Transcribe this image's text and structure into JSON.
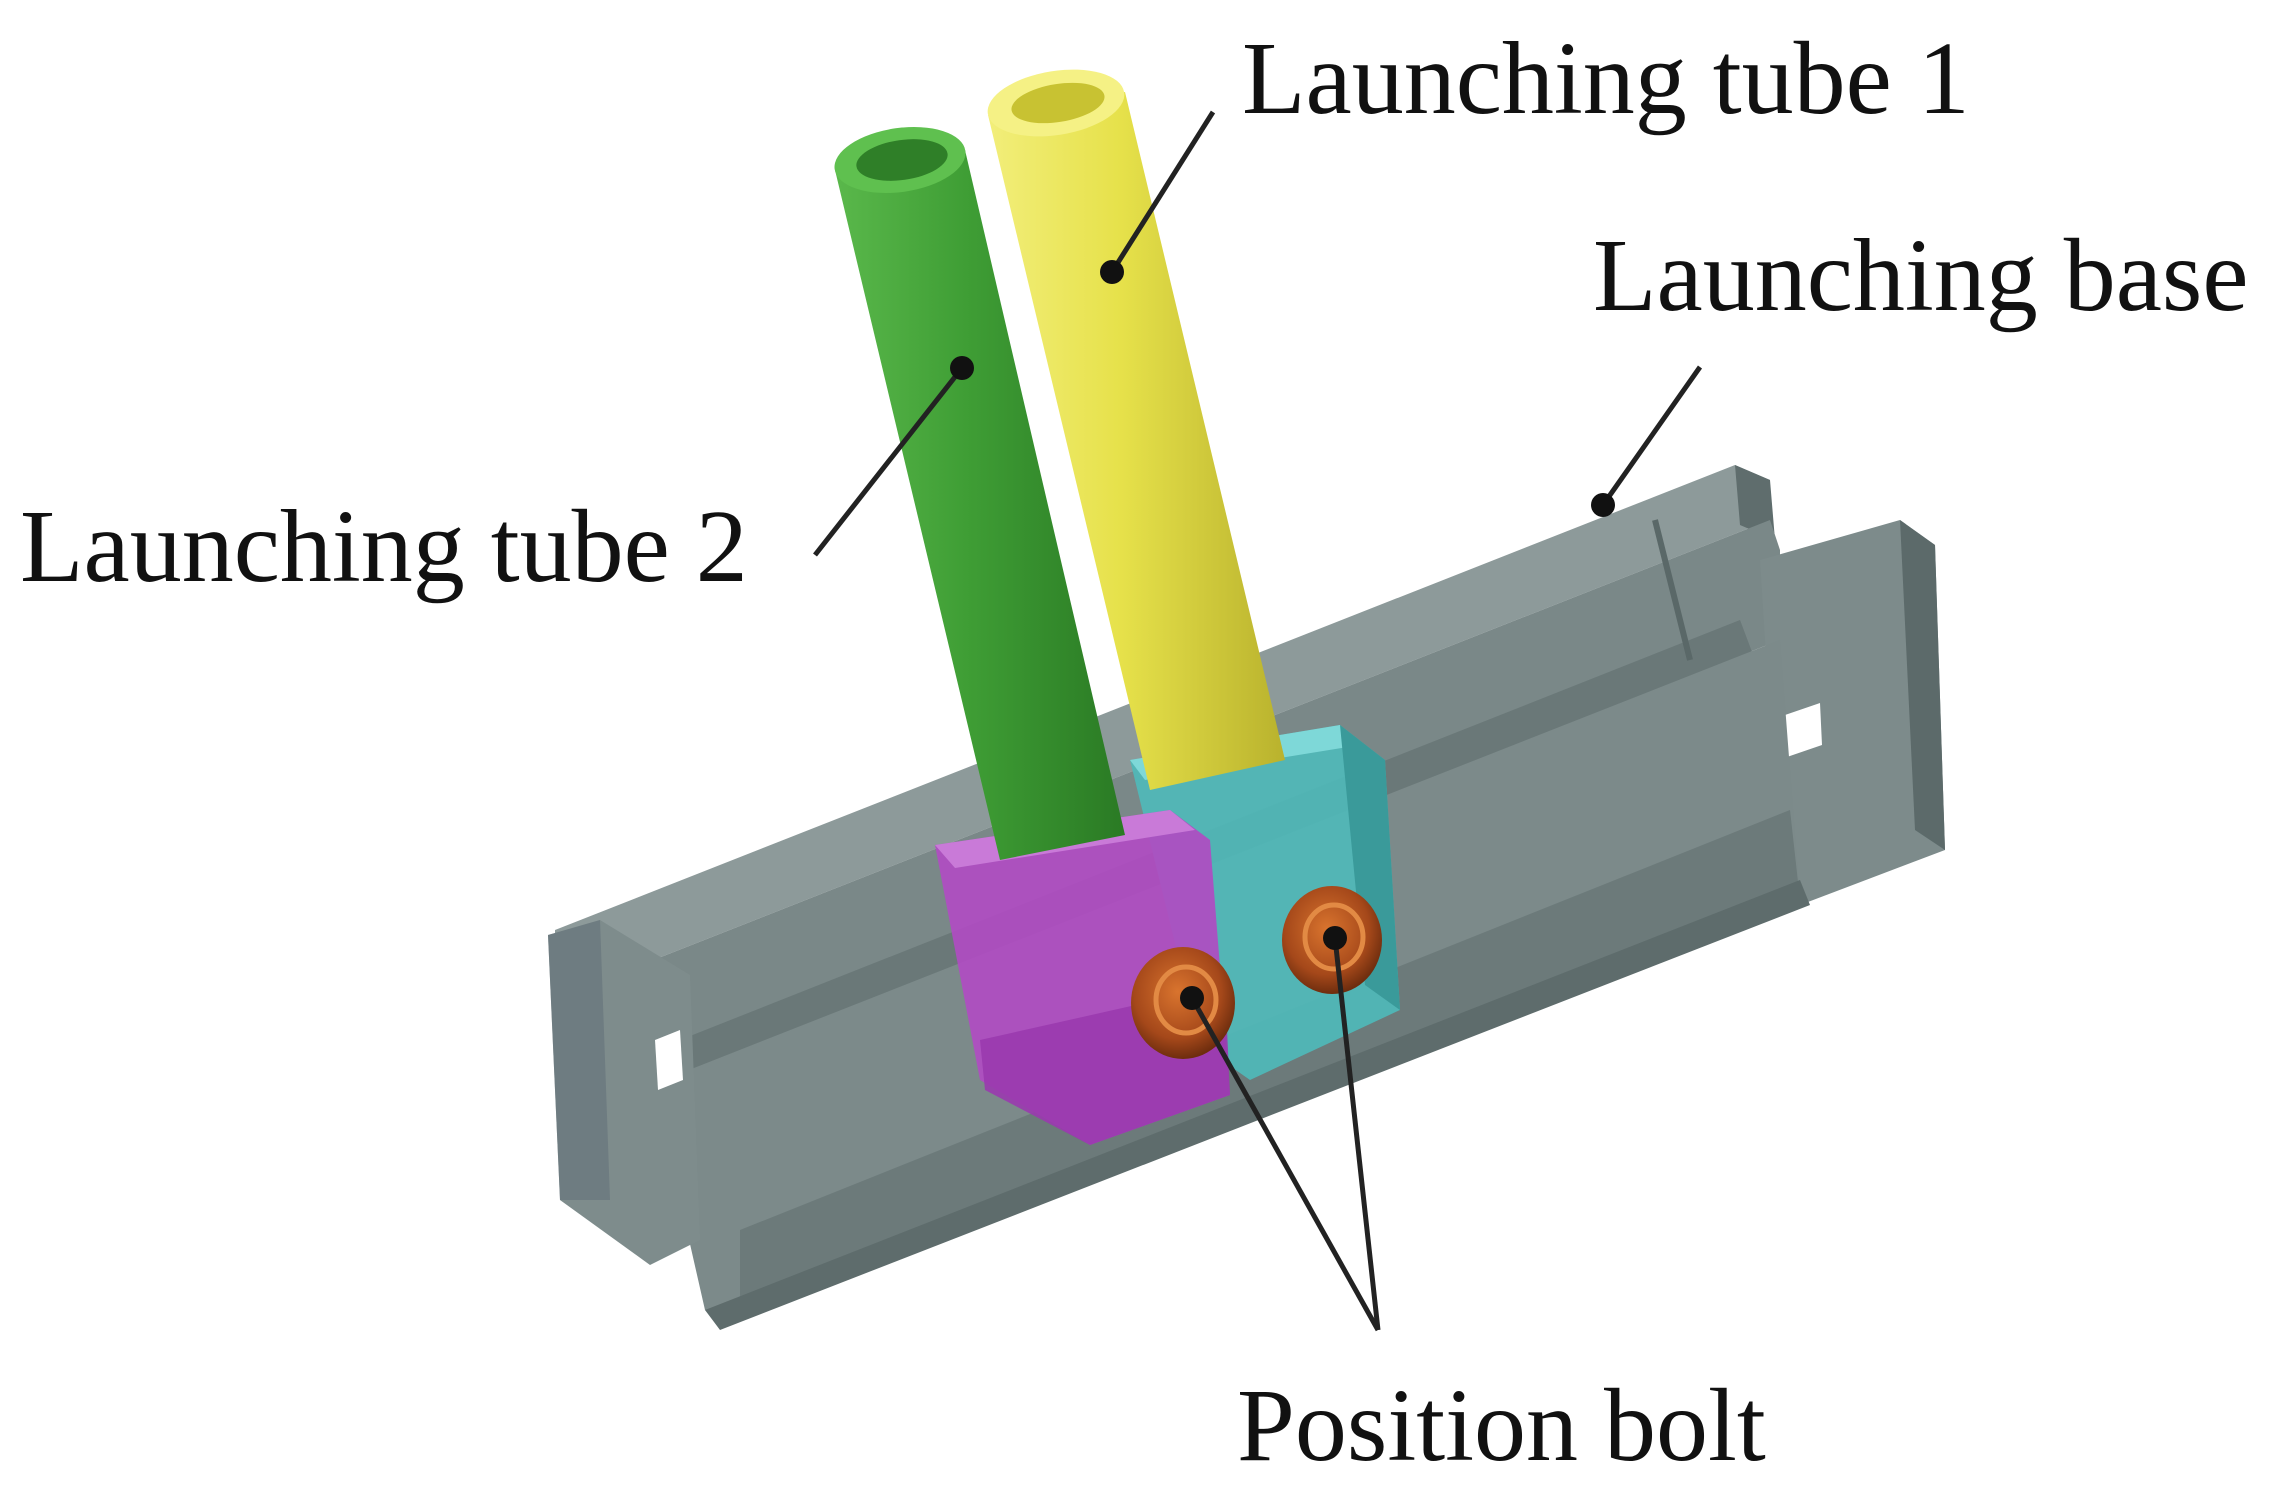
{
  "figure": {
    "labels": {
      "tube1": "Launching tube 1",
      "base": "Launching base",
      "tube2": "Launching tube 2",
      "bolt": "Position bolt"
    },
    "colors": {
      "tube1": "#e6e14a",
      "tube2": "#3f9e35",
      "base": "#6f7f7f",
      "block_magenta": "#b24fc4",
      "block_cyan": "#4fc0c0",
      "bolt": "#b9581d",
      "leader": "#222222"
    }
  }
}
